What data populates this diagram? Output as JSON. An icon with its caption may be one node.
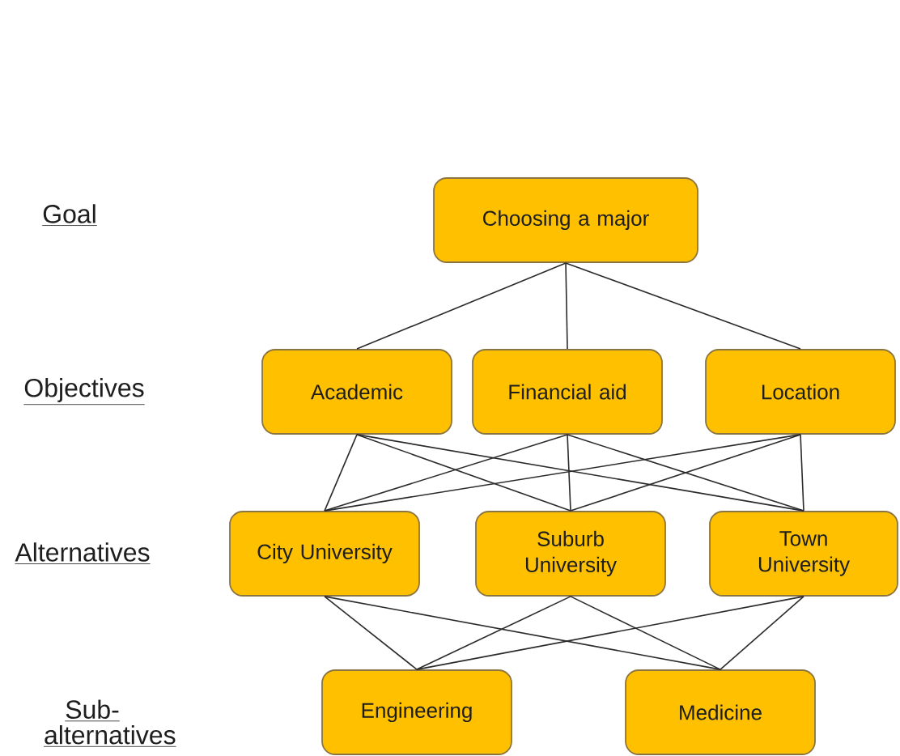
{
  "diagram": {
    "nodes": [
      {
        "text": [
          "Choosing a major"
        ]
      },
      {
        "text": [
          "Academic"
        ]
      },
      {
        "text": [
          "Financial aid"
        ]
      },
      {
        "text": [
          "Location"
        ]
      },
      {
        "text": [
          "City University"
        ]
      },
      {
        "text": [
          "Suburb University"
        ]
      },
      {
        "text": [
          "Town University"
        ]
      },
      {
        "text": [
          "Engineering"
        ]
      },
      {
        "text": [
          "Medicine"
        ]
      }
    ],
    "edges": [
      {
        "from": 0,
        "to": 1,
        "arrow": "none"
      },
      {
        "from": 0,
        "to": 2,
        "arrow": "none"
      },
      {
        "from": 0,
        "to": 3,
        "arrow": "none"
      },
      {
        "from": 1,
        "to": 4,
        "arrow": "none"
      },
      {
        "from": 1,
        "to": 5,
        "arrow": "none"
      },
      {
        "from": 1,
        "to": 6,
        "arrow": "none"
      },
      {
        "from": 2,
        "to": 4,
        "arrow": "none"
      },
      {
        "from": 2,
        "to": 5,
        "arrow": "none"
      },
      {
        "from": 2,
        "to": 6,
        "arrow": "none"
      },
      {
        "from": 3,
        "to": 4,
        "arrow": "none"
      },
      {
        "from": 3,
        "to": 5,
        "arrow": "none"
      },
      {
        "from": 3,
        "to": 6,
        "arrow": "none"
      },
      {
        "from": 4,
        "to": 7,
        "arrow": "none"
      },
      {
        "from": 4,
        "to": 8,
        "arrow": "none"
      },
      {
        "from": 5,
        "to": 7,
        "arrow": "none"
      },
      {
        "from": 5,
        "to": 8,
        "arrow": "none"
      },
      {
        "from": 6,
        "to": 7,
        "arrow": "none"
      },
      {
        "from": 6,
        "to": 8,
        "arrow": "none"
      }
    ],
    "labels": [
      "Goal",
      "Objectives",
      "Alternatives",
      "Sub- alternatives"
    ]
  }
}
